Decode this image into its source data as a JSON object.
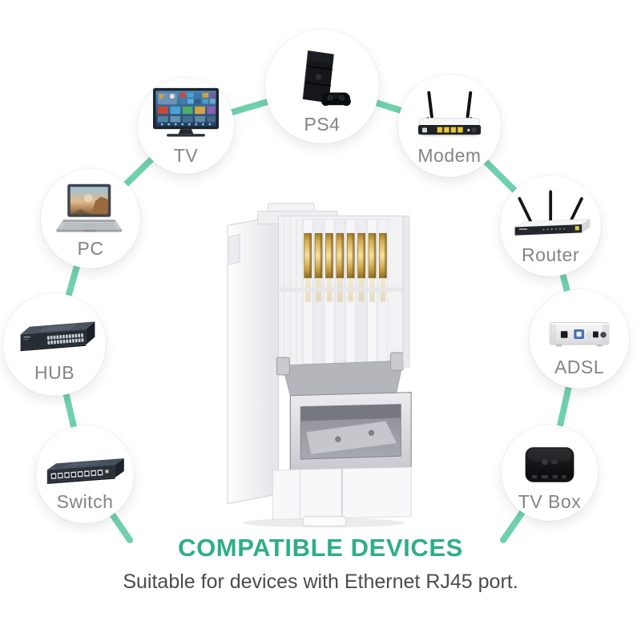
{
  "colors": {
    "background": "#ffffff",
    "arc": "#6fd1ab",
    "heading": "#2fae87",
    "subtitle": "#4b4b4b",
    "label": "#848484",
    "connector_gold": "#e2c05c"
  },
  "heading": {
    "title": "COMPATIBLE DEVICES",
    "subtitle": "Suitable for devices with Ethernet RJ45 port."
  },
  "center": {
    "icon": "rj45-connector-photo"
  },
  "devices": [
    {
      "label": "TV",
      "icon": "tv-icon"
    },
    {
      "label": "PC",
      "icon": "laptop-icon"
    },
    {
      "label": "HUB",
      "icon": "hub-icon"
    },
    {
      "label": "Switch",
      "icon": "network-switch-icon"
    },
    {
      "label": "PS4",
      "icon": "ps4-console-icon"
    },
    {
      "label": "Modem",
      "icon": "modem-icon"
    },
    {
      "label": "Router",
      "icon": "router-icon"
    },
    {
      "label": "ADSL",
      "icon": "adsl-box-icon"
    },
    {
      "label": "TV Box",
      "icon": "tv-box-icon"
    }
  ]
}
